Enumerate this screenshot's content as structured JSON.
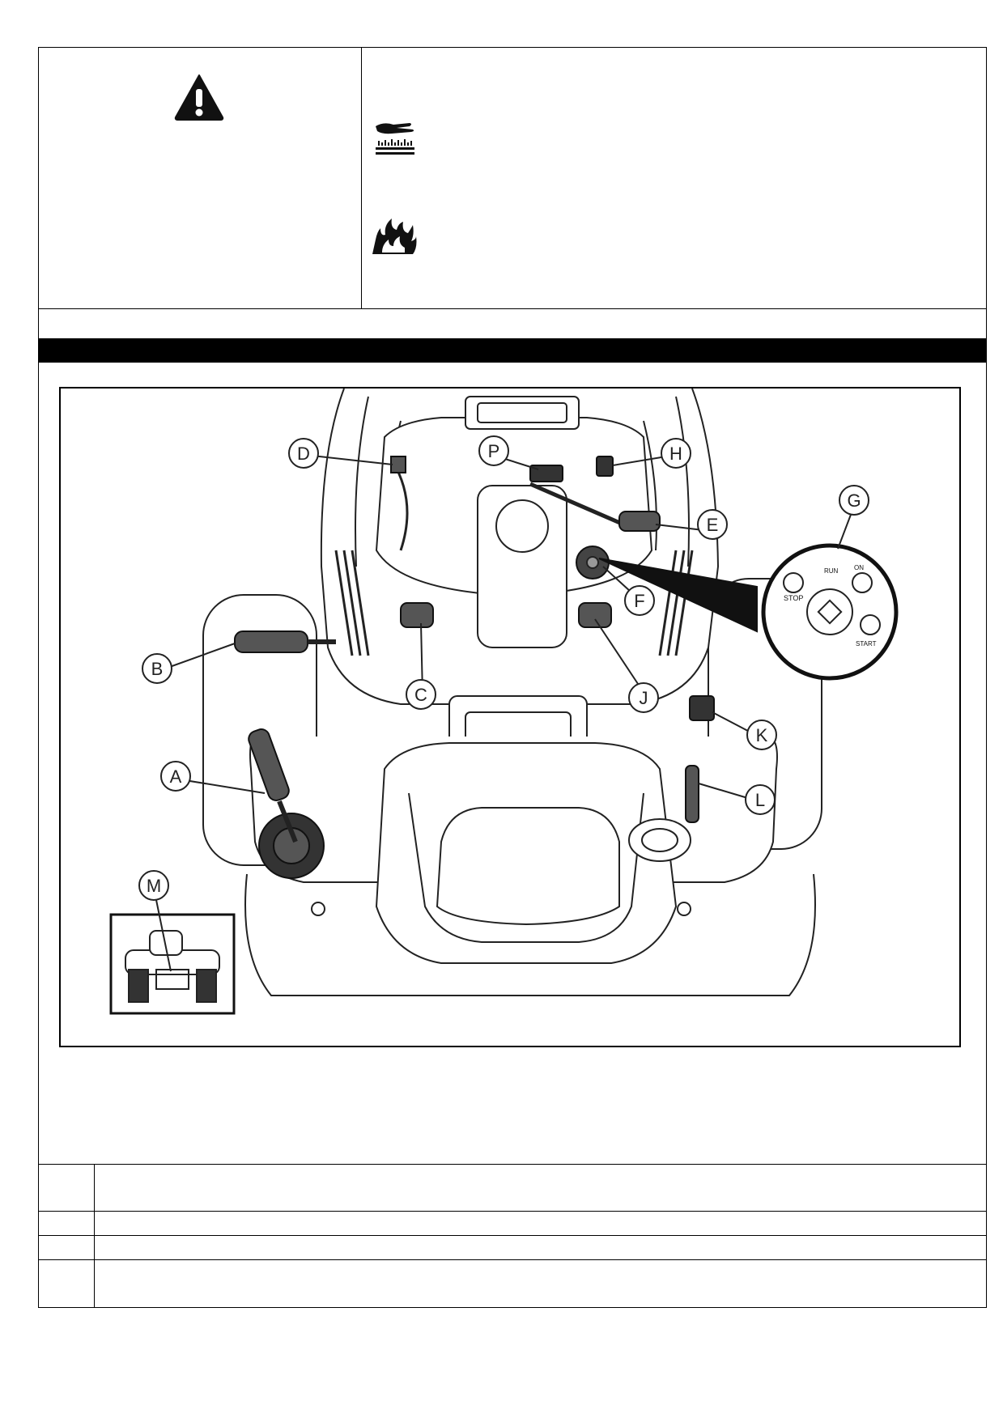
{
  "warning_box": {
    "icons": [
      "warning-triangle-icon",
      "hot-surface-icon",
      "fire-flame-icon"
    ]
  },
  "figure": {
    "callouts": [
      "A",
      "B",
      "C",
      "D",
      "E",
      "F",
      "G",
      "H",
      "J",
      "K",
      "L",
      "M",
      "P"
    ],
    "ignition_switch_labels": [
      "STOP",
      "RUN",
      "ON",
      "START"
    ]
  },
  "colors": {
    "border": "#000000",
    "section_bar": "#000000",
    "line_art": "#222222"
  }
}
